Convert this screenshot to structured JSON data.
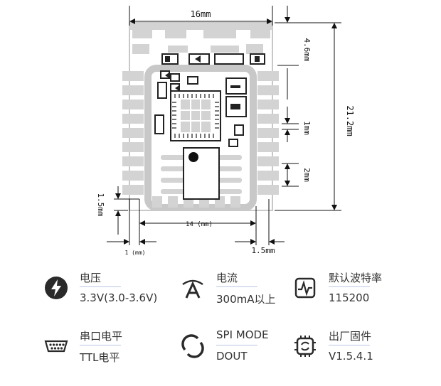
{
  "dimensions": {
    "width_top": "16mm",
    "height_top": "4.6mm",
    "height_total": "21.2mm",
    "pitch": "1mm",
    "pad_spacing": "2mm",
    "bottom_offset": "1.5mm",
    "inner_width": "14 (mm)",
    "pad_width_left": "1 (mm)",
    "pad_width_right": "1.5mm"
  },
  "specs": [
    {
      "label": "电压",
      "value": "3.3V(3.0-3.6V)",
      "icon": "lightning-icon"
    },
    {
      "label": "电流",
      "value": "300mA以上",
      "icon": "letter-a-icon"
    },
    {
      "label": "默认波特率",
      "value": "115200",
      "icon": "waveform-chip-icon"
    },
    {
      "label": "串口电平",
      "value": "TTL电平",
      "icon": "serial-port-icon"
    },
    {
      "label": "SPI MODE",
      "value": "DOUT",
      "icon": "circular-arrows-icon"
    },
    {
      "label": "出厂固件",
      "value": "V1.5.4.1",
      "icon": "firmware-chip-icon"
    }
  ]
}
